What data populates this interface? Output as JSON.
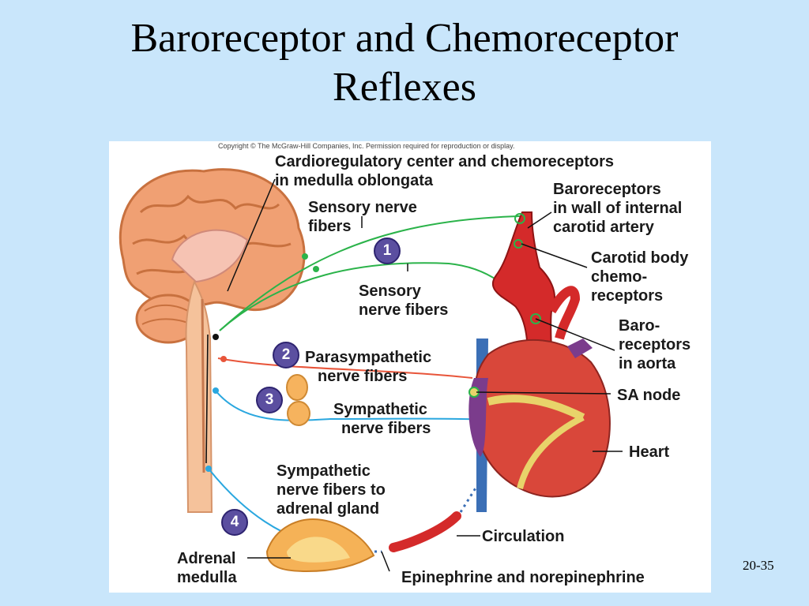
{
  "slide": {
    "title_line1": "Baroreceptor and Chemoreceptor",
    "title_line2": "Reflexes",
    "page_number": "20-35"
  },
  "figure": {
    "copyright": "Copyright © The McGraw-Hill Companies, Inc. Permission required for reproduction or display.",
    "labels": {
      "cardio_center": [
        "Cardioregulatory center and chemoreceptors",
        "in medulla oblongata"
      ],
      "sensory_upper": [
        "Sensory nerve",
        "fibers"
      ],
      "sensory_lower": [
        "Sensory",
        "nerve fibers"
      ],
      "baroreceptors_carotid": [
        "Baroreceptors",
        "in wall of internal",
        "carotid artery"
      ],
      "carotid_body": [
        "Carotid body",
        "chemo-",
        "receptors"
      ],
      "baroreceptors_aorta": [
        "Baro-",
        "receptors",
        "in aorta"
      ],
      "parasympathetic": [
        "Parasympathetic",
        "nerve fibers"
      ],
      "sympathetic": [
        "Sympathetic",
        "nerve fibers"
      ],
      "sa_node": "SA node",
      "heart": "Heart",
      "sympathetic_adrenal": [
        "Sympathetic",
        "nerve fibers to",
        "adrenal gland"
      ],
      "circulation": "Circulation",
      "adrenal_medulla": [
        "Adrenal",
        "medulla"
      ],
      "epinephrine": "Epinephrine and norepinephrine"
    },
    "step_badges": [
      "1",
      "2",
      "3",
      "4"
    ],
    "colors": {
      "sensory_nerve": "#2bb34a",
      "parasympathetic_nerve": "#e8553a",
      "sympathetic_nerve": "#2aa7df",
      "artery": "#d42a2a",
      "vein": "#3b6fb6",
      "brain": "#f2a97e",
      "badge": "#5b4fa0"
    }
  }
}
